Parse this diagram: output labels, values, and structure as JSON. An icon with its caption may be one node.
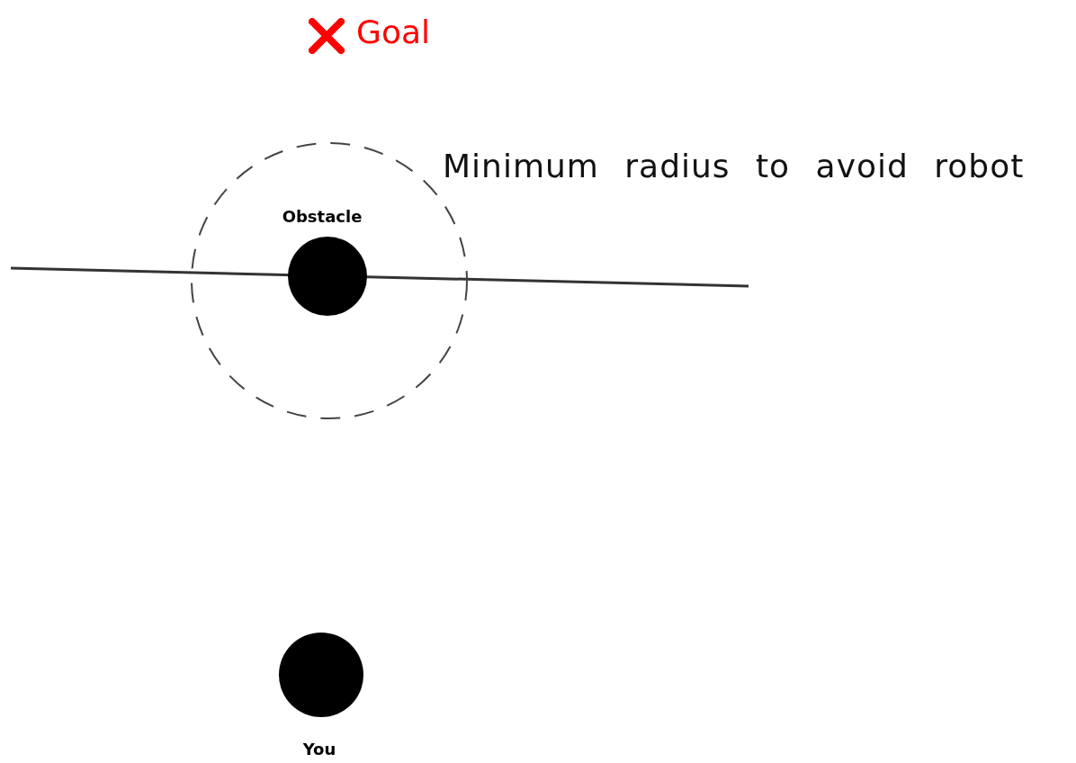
{
  "diagram": {
    "nodes": [
      {
        "text": [
          "Obstacle"
        ]
      },
      {
        "text": [
          "You"
        ]
      }
    ],
    "labels": [
      "Goal",
      "Minimum radius to avoid robot"
    ]
  }
}
